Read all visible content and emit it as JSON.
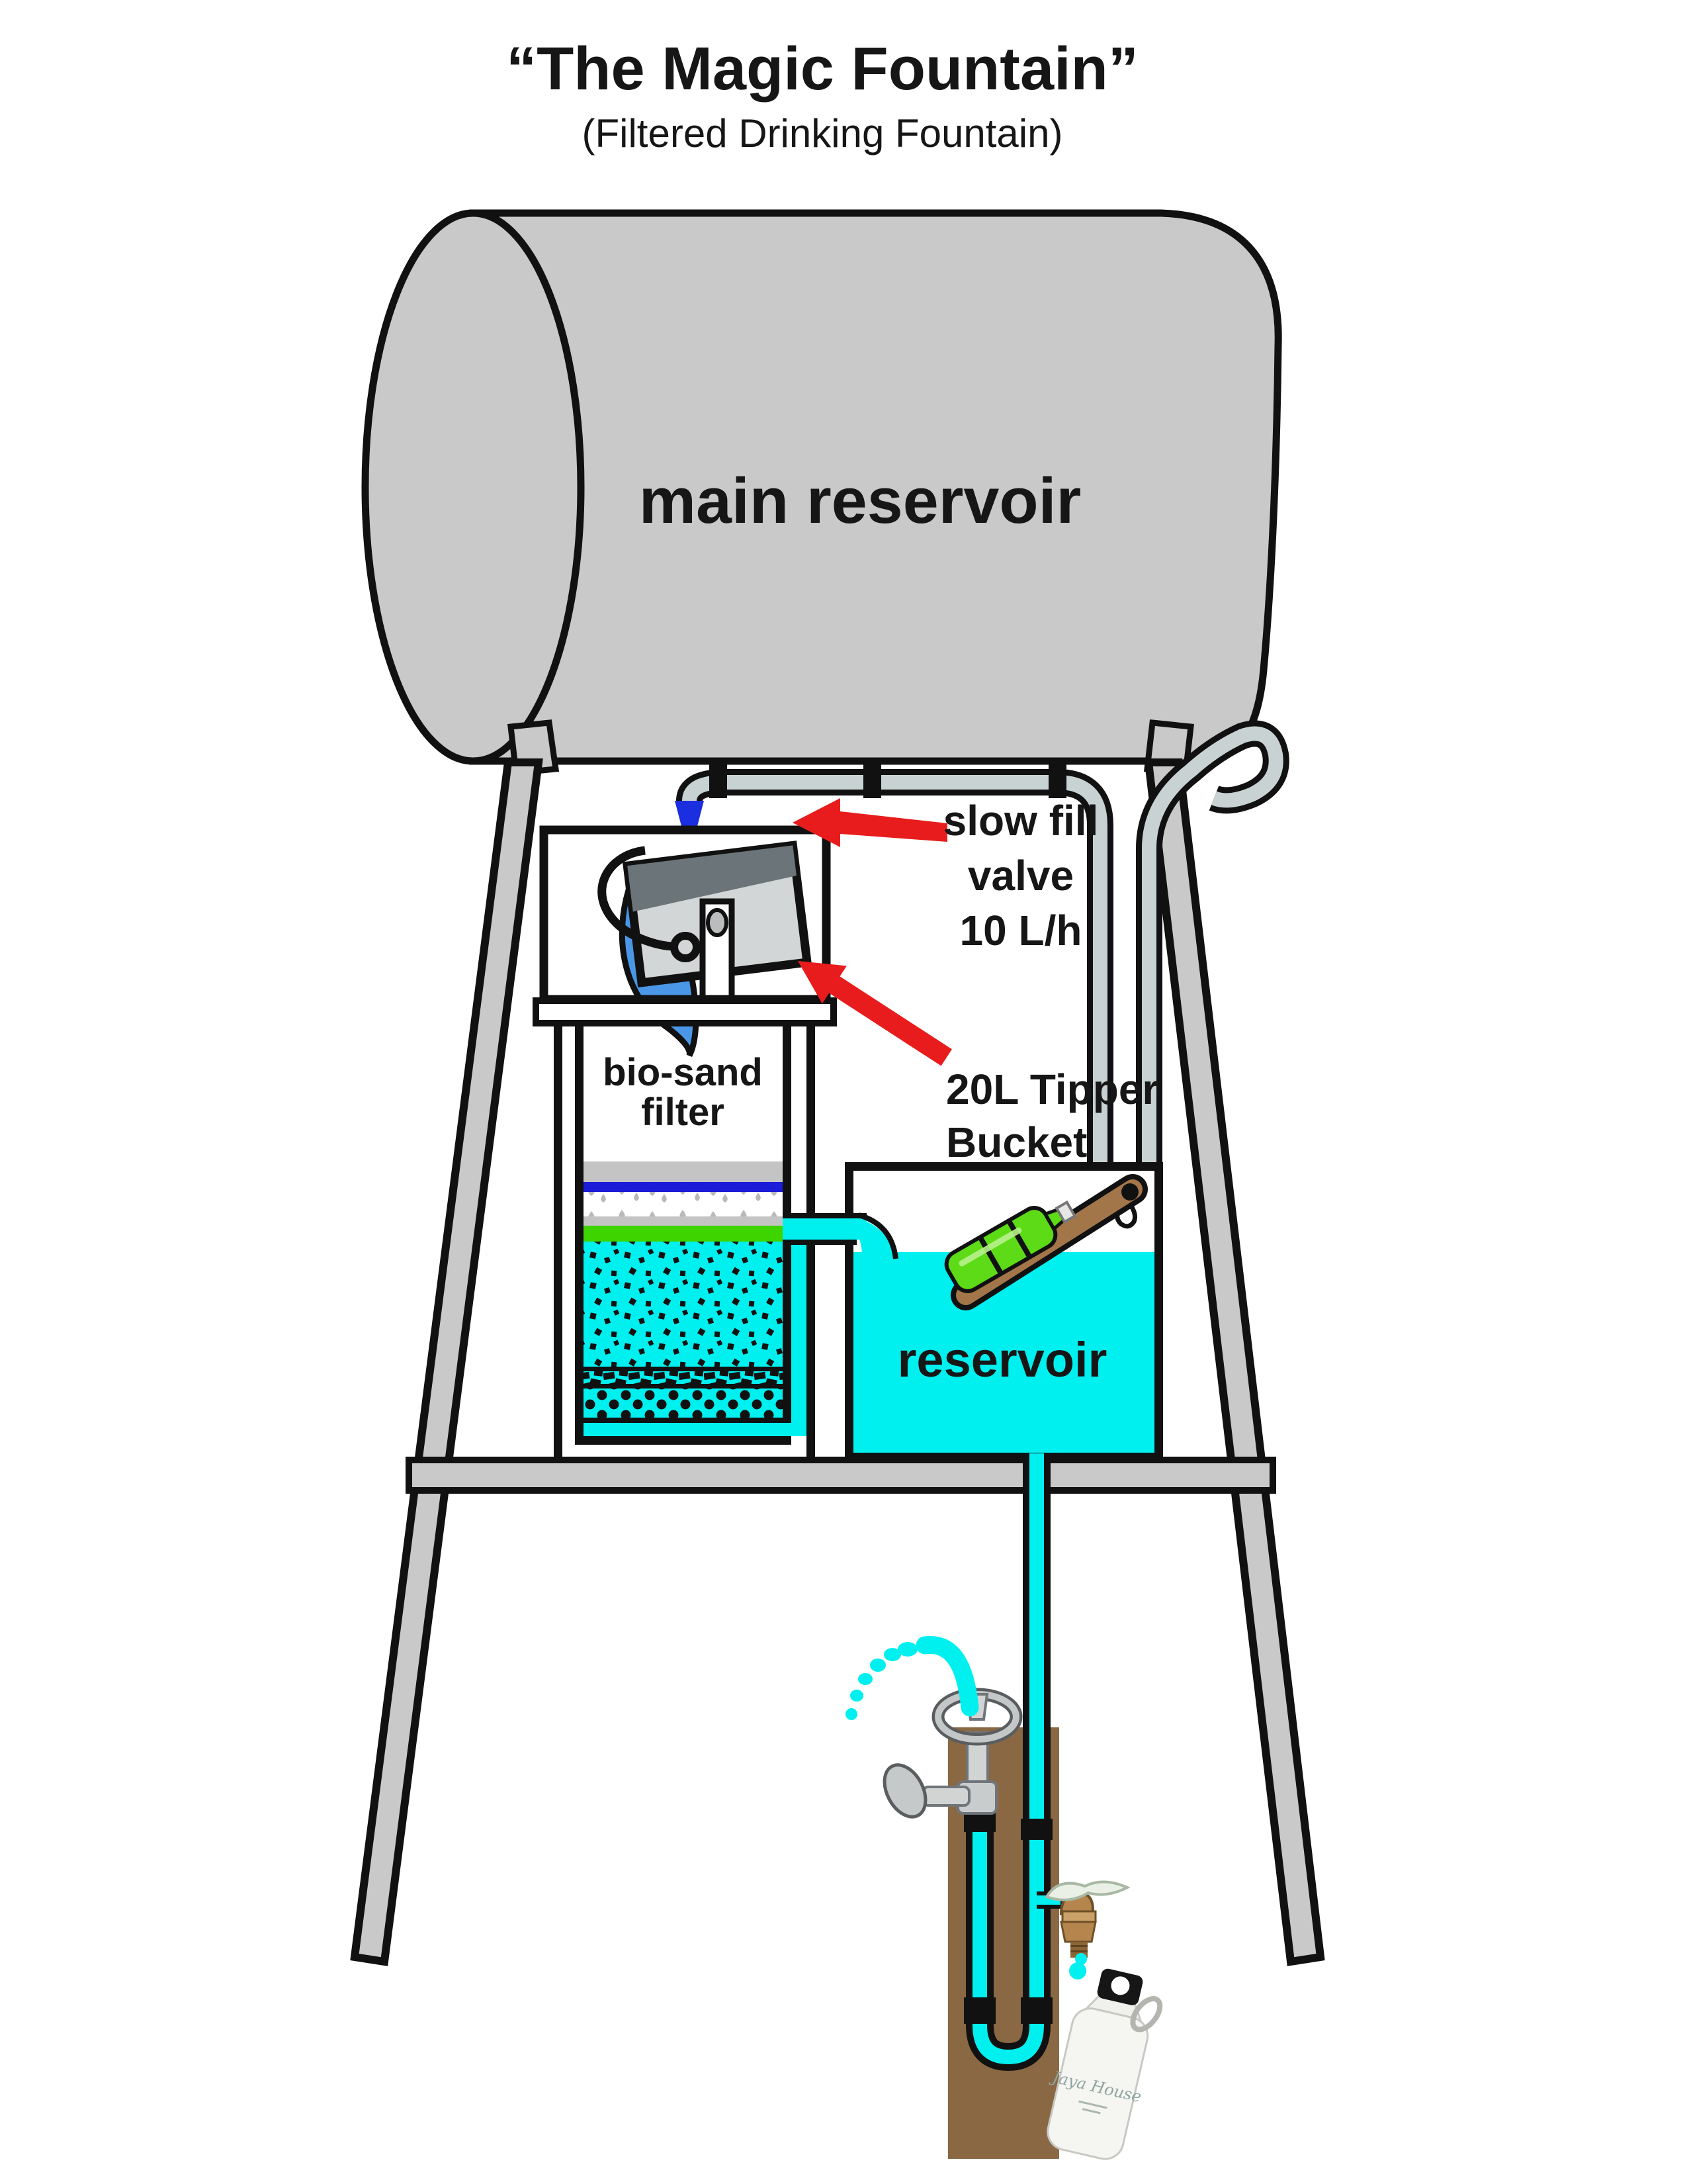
{
  "title": "“The Magic Fountain”",
  "subtitle": "(Filtered Drinking Fountain)",
  "diagram": {
    "main_tank_label": "main reservoir",
    "slow_fill_label": [
      "slow fill",
      "valve",
      "10 L/h"
    ],
    "tipper_label": [
      "20L Tipper",
      "Bucket"
    ],
    "filter_label": [
      "bio-sand",
      "filter"
    ],
    "reservoir_label": "reservoir",
    "bottle_logo": "Jaya House"
  },
  "colors": {
    "water_cyan": "#00F0F0",
    "arrow_red": "#E81C1C",
    "valve_blue": "#1C2FE0",
    "splash_blue": "#4A97E8",
    "filter_green": "#3ED400",
    "filter_blue": "#1B1BD8",
    "float_green": "#5CDB16",
    "wood_brown": "#8A6844",
    "stick_brown": "#A3764A",
    "brass": "#B5854E",
    "metal_gray": "#C9C9C9",
    "pipe_gray": "#C8D2D2",
    "bucket_gray": "#D3D6D6",
    "bucket_dark": "#6B7478",
    "outline": "#111111"
  }
}
